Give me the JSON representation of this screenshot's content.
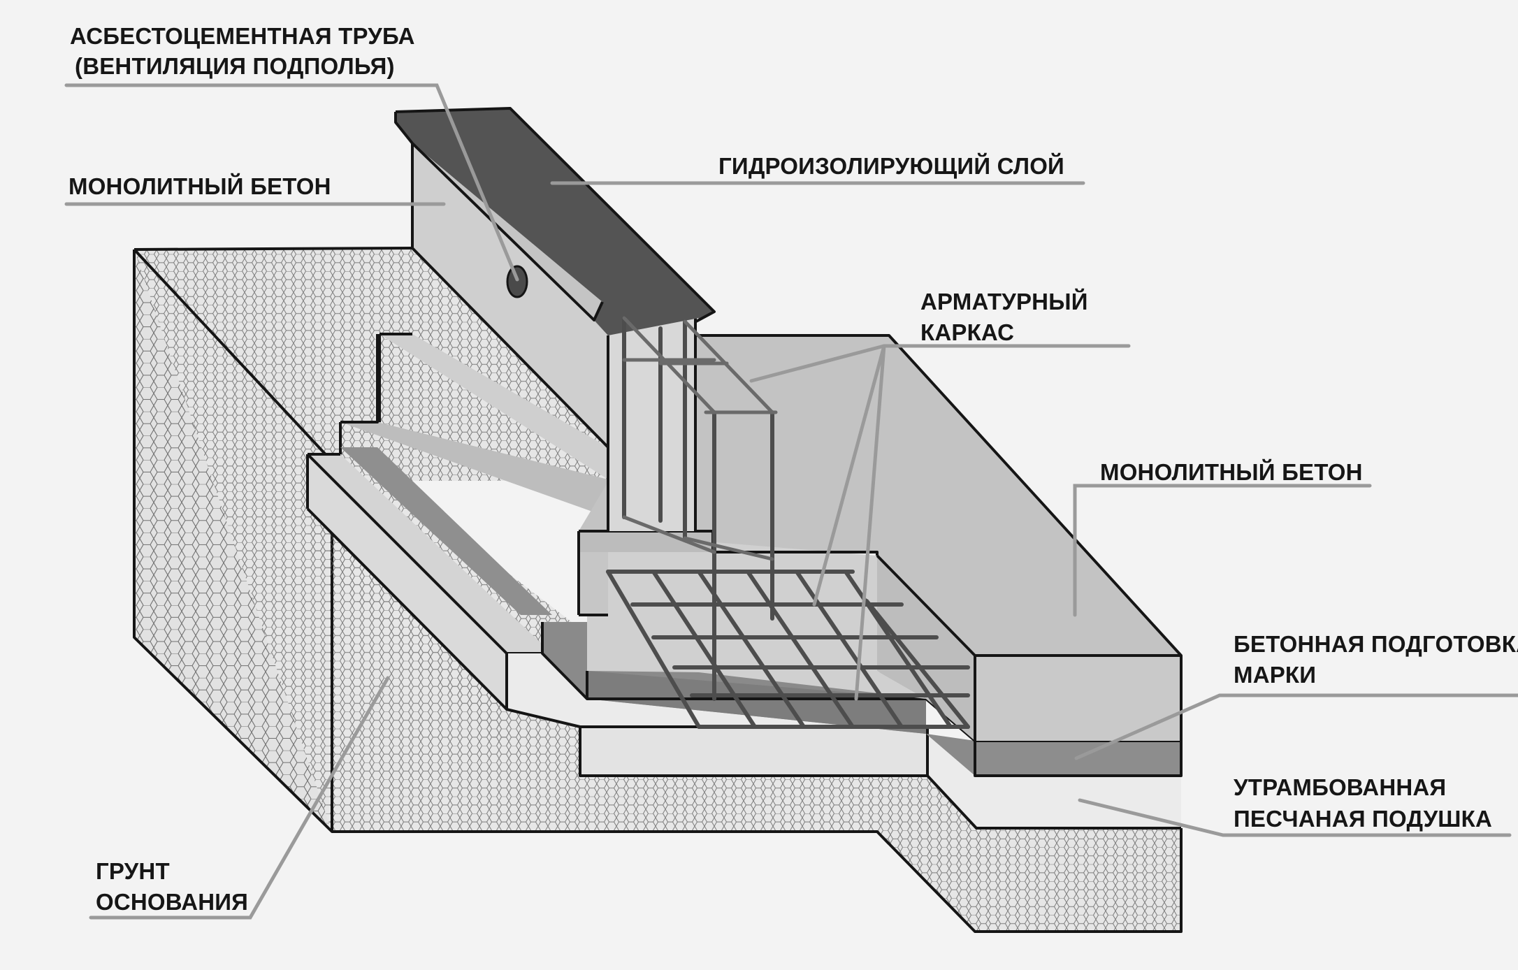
{
  "labels": {
    "asbestos_pipe_line1": "АСБЕСТОЦЕМЕНТНАЯ ТРУБА",
    "asbestos_pipe_line2": "(ВЕНТИЛЯЦИЯ ПОДПОЛЬЯ)",
    "monolithic_concrete_wall": "МОНОЛИТНЫЙ БЕТОН",
    "waterproofing_layer": "ГИДРОИЗОЛИРУЮЩИЙ СЛОЙ",
    "rebar_cage_line1": "АРМАТУРНЫЙ",
    "rebar_cage_line2": "КАРКАС",
    "monolithic_concrete_footing": "МОНОЛИТНЫЙ БЕТОН",
    "concrete_preparation_line1": "БЕТОННАЯ ПОДГОТОВКА",
    "concrete_preparation_line2": "МАРКИ",
    "sand_cushion_line1": "УТРАМБОВАННАЯ",
    "sand_cushion_line2": "ПЕСЧАНАЯ ПОДУШКА",
    "base_soil_line1": "ГРУНТ",
    "base_soil_line2": "ОСНОВАНИЯ"
  },
  "colors": {
    "background": "#f3f3f3",
    "soil": "#e4e4e4",
    "concrete_light": "#d3d3d3",
    "concrete_mid": "#c2c2c2",
    "concrete_dark": "#b0b0b0",
    "waterproofing": "#555555",
    "preparation": "#8a8a8a",
    "sand": "#e8e8e8",
    "rebar": "#4d4d4d",
    "leader": "#9a9a9a"
  }
}
